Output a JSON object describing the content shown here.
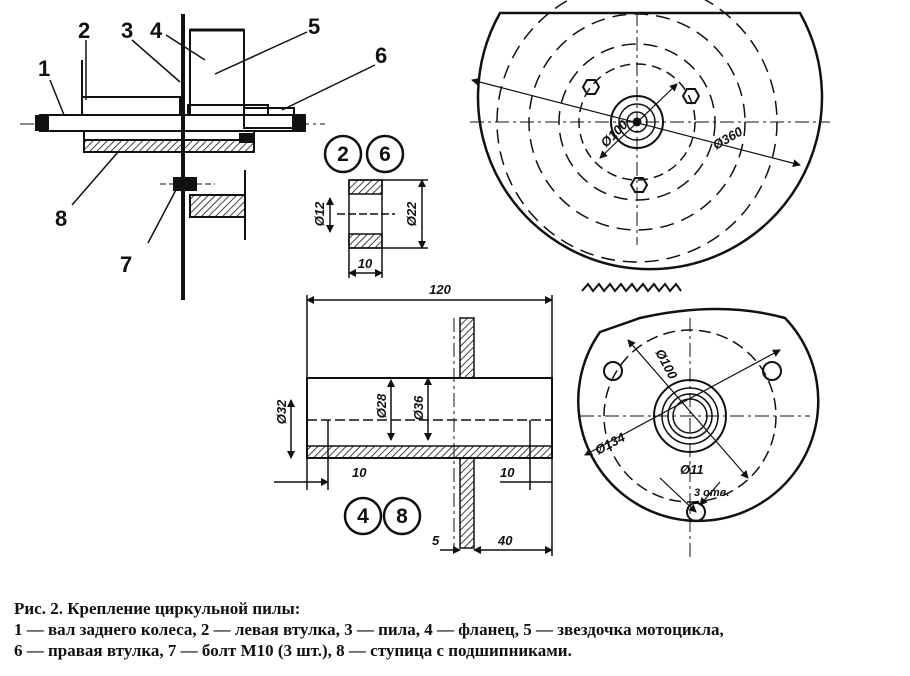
{
  "parts_labels": [
    "1",
    "2",
    "3",
    "4",
    "5",
    "6",
    "7",
    "8"
  ],
  "detail_26": {
    "badges": [
      "2",
      "6"
    ],
    "dims": {
      "inner": "Ø12",
      "outer": "Ø22",
      "width": "10"
    }
  },
  "saw_disc": {
    "dims": {
      "hub": "Ø100",
      "disc": "Ø360"
    }
  },
  "detail_48": {
    "badges": [
      "4",
      "8"
    ],
    "dims": {
      "length": "120",
      "d32": "Ø32",
      "d28": "Ø28",
      "d36": "Ø36",
      "left10": "10",
      "right10": "10",
      "flange5": "5",
      "flange40": "40"
    }
  },
  "flange_view": {
    "dims": {
      "bolt_circle": "Ø100",
      "outer": "Ø134",
      "hole": "Ø11",
      "holes_note": "3 отв."
    }
  },
  "caption": {
    "title": "Рис. 2. Крепление циркульной пилы:",
    "line1": "1 — вал заднего колеса, 2 — левая втулка, 3 — пила, 4 — фланец, 5 — звездочка мотоцикла,",
    "line2": "6 — правая втулка, 7 — болт М10 (3 шт.), 8 — ступица с подшипниками."
  }
}
